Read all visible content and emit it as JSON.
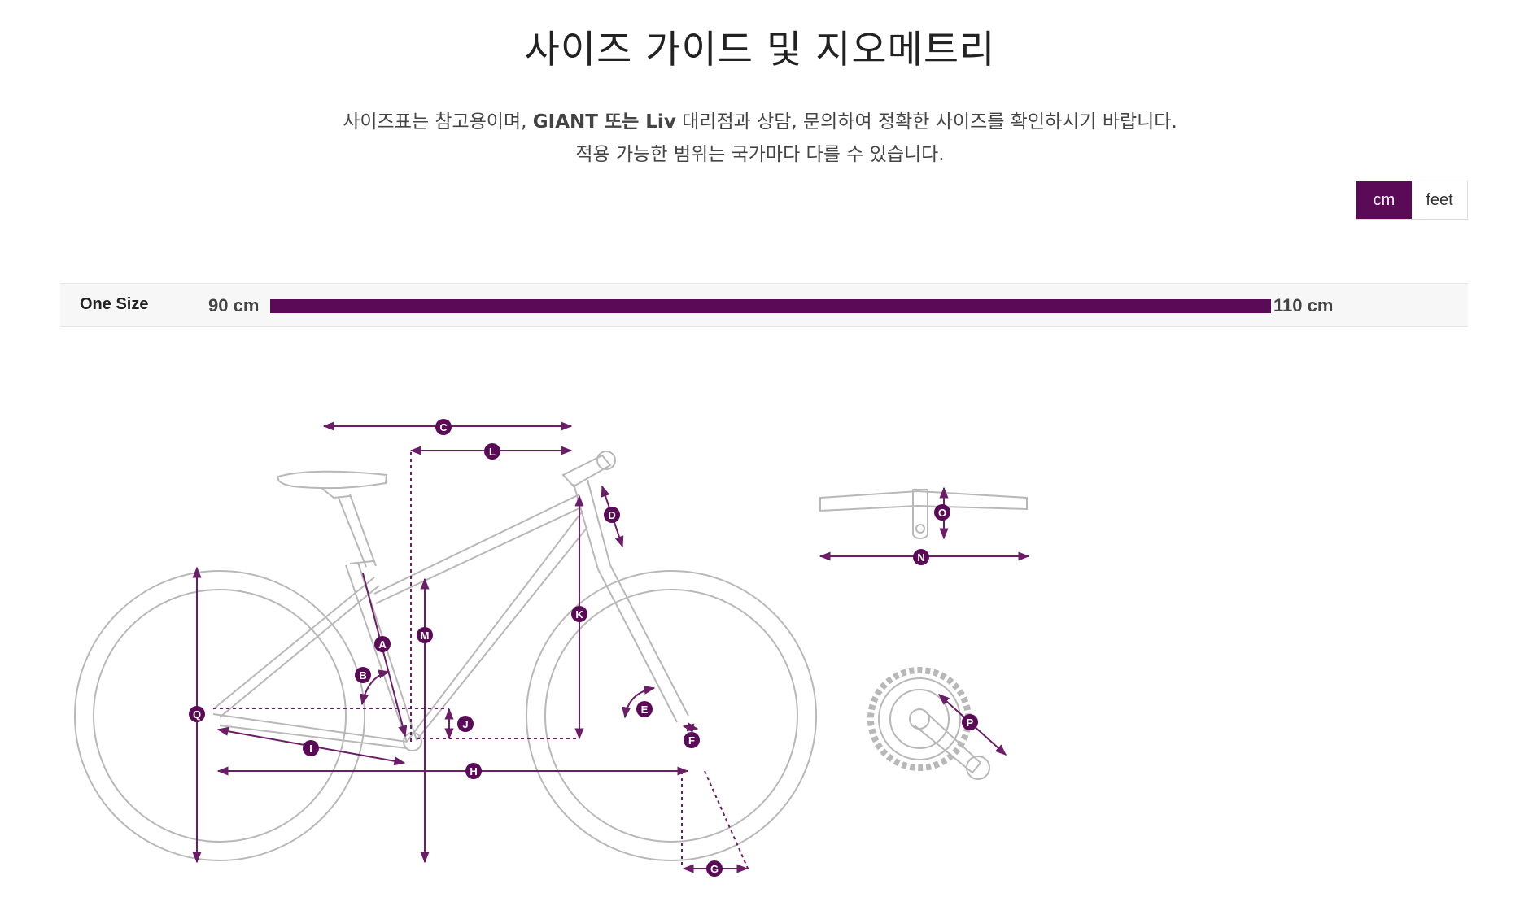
{
  "title": "사이즈 가이드 및 지오메트리",
  "notice": {
    "line1_prefix": "사이즈표는 참고용이며, ",
    "line1_brand": "GIANT 또는 Liv",
    "line1_suffix": " 대리점과 상담, 문의하여 정확한 사이즈를 확인하시기 바랍니다.",
    "line2": "적용 가능한 범위는 국가마다 다를 수 있습니다."
  },
  "units": {
    "options": [
      "cm",
      "feet"
    ],
    "selected": "cm"
  },
  "size_table": [
    {
      "size": "One Size",
      "min": "90 cm",
      "max": "110 cm"
    }
  ],
  "geometry_labels": [
    "A",
    "B",
    "C",
    "D",
    "E",
    "F",
    "G",
    "H",
    "I",
    "J",
    "K",
    "L",
    "M",
    "N",
    "O",
    "P",
    "Q"
  ],
  "colors": {
    "accent": "#5b0a57",
    "line_art": "#b8b8b8",
    "row_bg": "#f7f7f7"
  }
}
